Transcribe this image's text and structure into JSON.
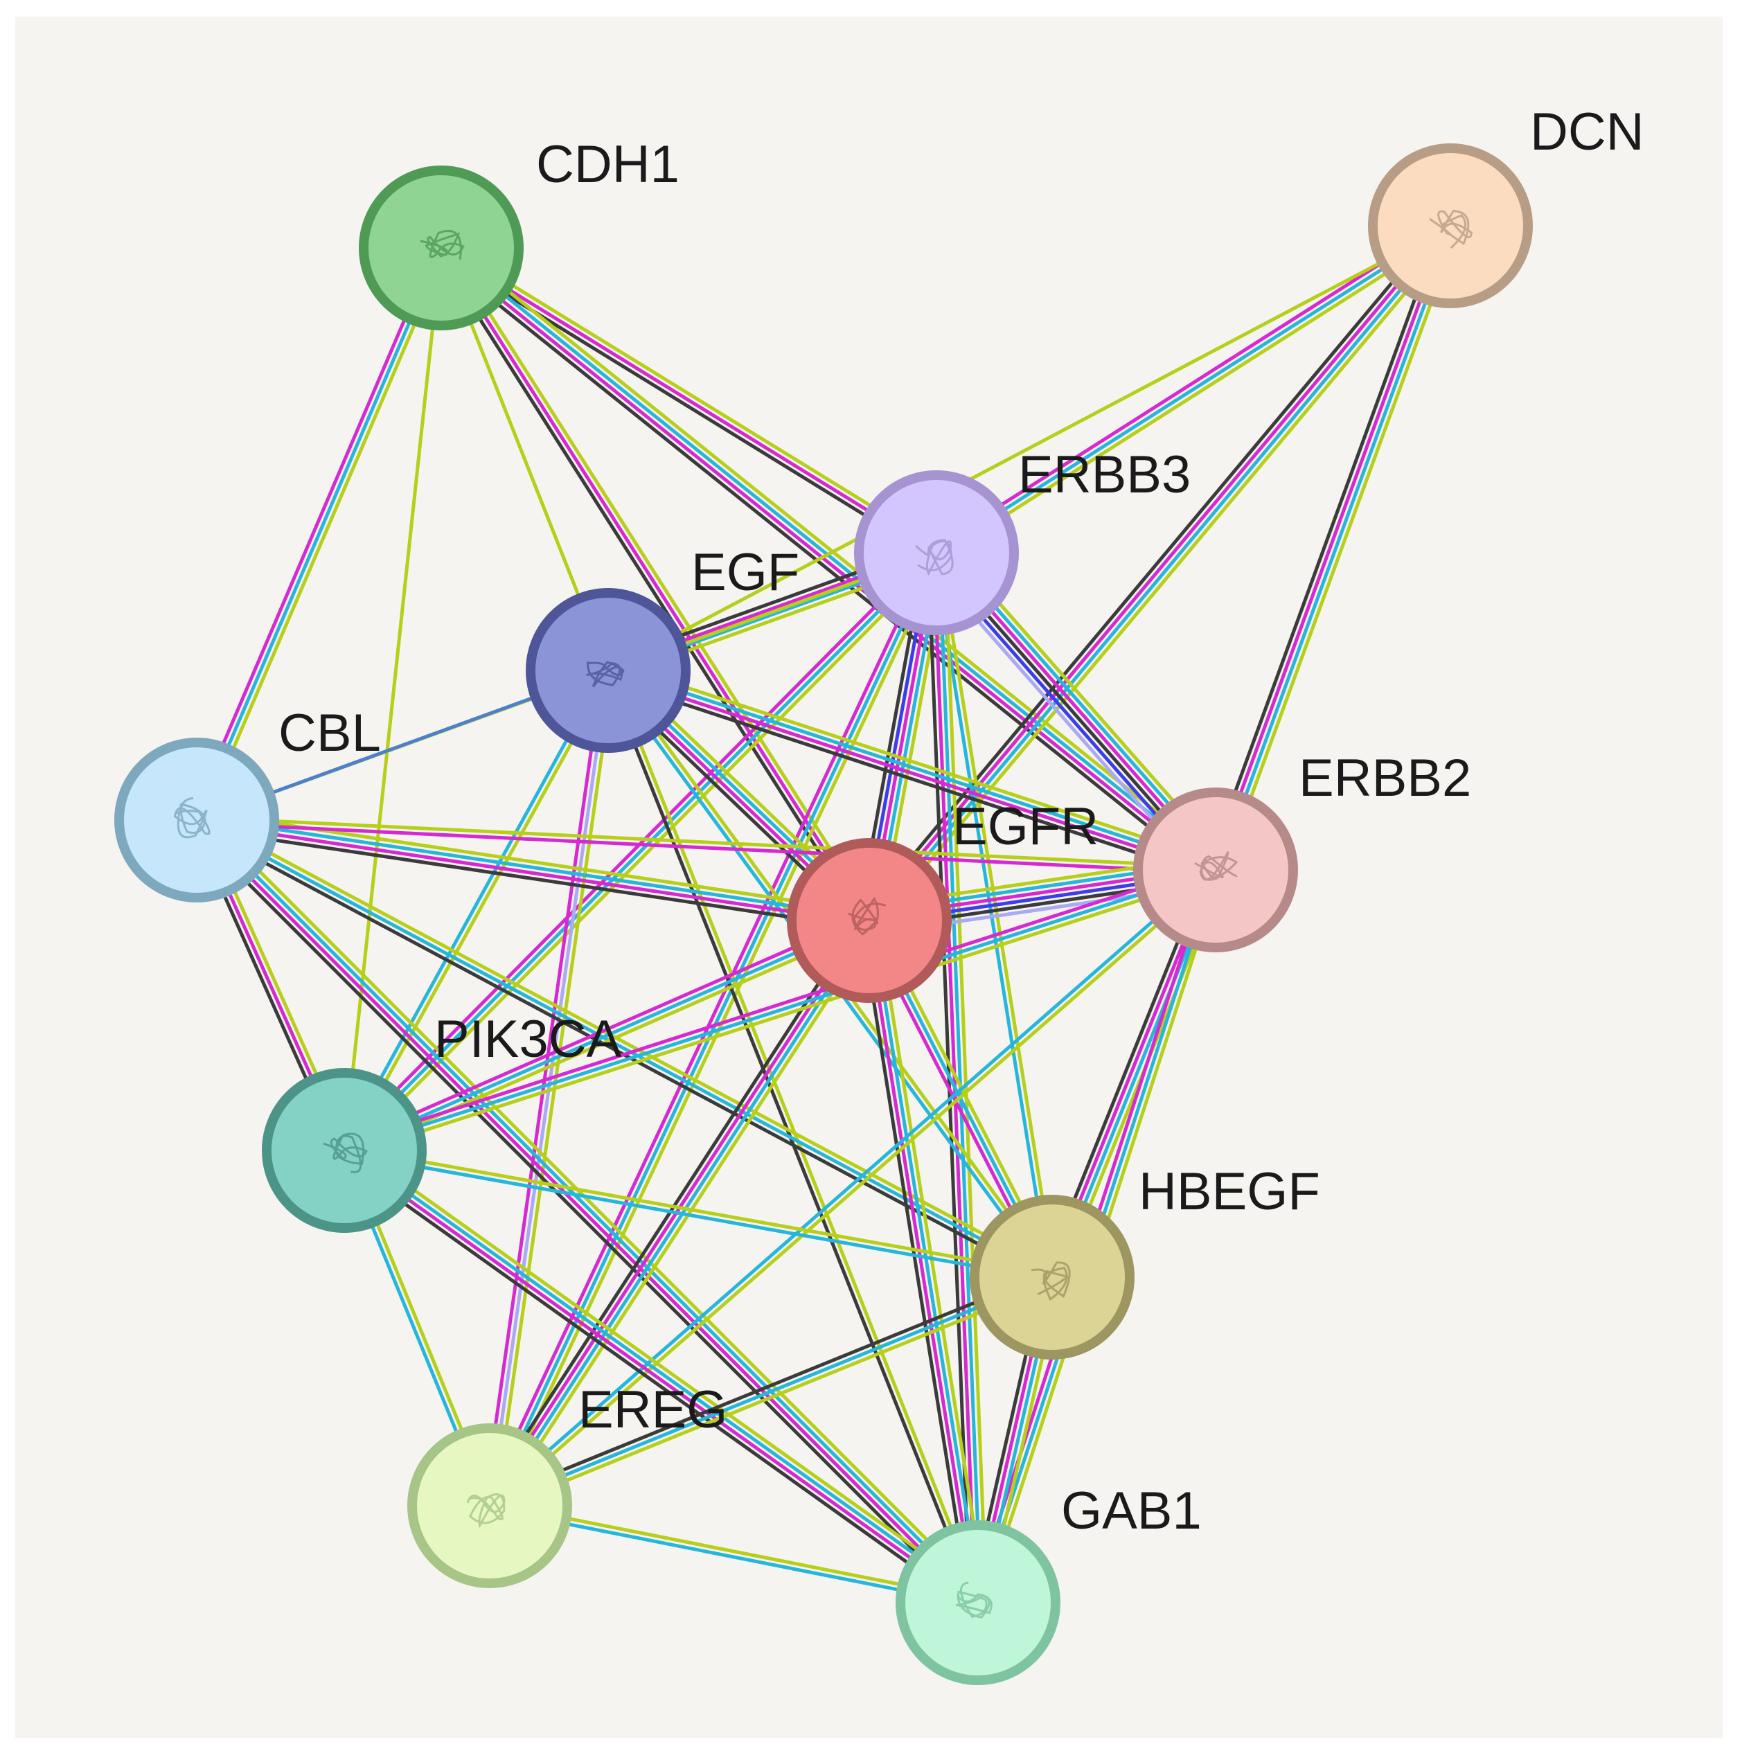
{
  "diagram": {
    "background": "#f5f4f1",
    "nodes": [
      {
        "id": "CDH1",
        "label": "CDH1",
        "fill": "#8fd493",
        "stroke": "#4f9a55"
      },
      {
        "id": "DCN",
        "label": "DCN",
        "fill": "#fbdcc0",
        "stroke": "#b79d85"
      },
      {
        "id": "ERBB3",
        "label": "ERBB3",
        "fill": "#d3c6ff",
        "stroke": "#a593d2"
      },
      {
        "id": "EGF",
        "label": "EGF",
        "fill": "#8c94d8",
        "stroke": "#4e5699"
      },
      {
        "id": "CBL",
        "label": "CBL",
        "fill": "#c5e6fb",
        "stroke": "#7da8be"
      },
      {
        "id": "EGFR",
        "label": "EGFR",
        "fill": "#f38686",
        "stroke": "#b05a5a"
      },
      {
        "id": "ERBB2",
        "label": "ERBB2",
        "fill": "#f5c6c6",
        "stroke": "#b78a8a"
      },
      {
        "id": "PIK3CA",
        "label": "PIK3CA",
        "fill": "#84d2c6",
        "stroke": "#4d9488"
      },
      {
        "id": "HBEGF",
        "label": "HBEGF",
        "fill": "#dcd494",
        "stroke": "#9d9660"
      },
      {
        "id": "EREG",
        "label": "EREG",
        "fill": "#e6f7c2",
        "stroke": "#a6c586"
      },
      {
        "id": "GAB1",
        "label": "GAB1",
        "fill": "#bff5d8",
        "stroke": "#7fc4a0"
      }
    ],
    "edge_colors": {
      "textmining": "#b7cf1a",
      "database": "#27b6db",
      "experiment": "#d62ad1",
      "coexpression": "#3b3b3b",
      "homology": "#3d3dea",
      "homology_light": "#a9a9f5",
      "other": "#4d7fcf"
    },
    "edges": [
      {
        "a": "CDH1",
        "b": "CBL",
        "types": [
          "textmining",
          "database",
          "experiment"
        ]
      },
      {
        "a": "CDH1",
        "b": "PIK3CA",
        "types": [
          "textmining"
        ]
      },
      {
        "a": "CDH1",
        "b": "EGF",
        "types": [
          "textmining"
        ]
      },
      {
        "a": "CDH1",
        "b": "EGFR",
        "types": [
          "textmining",
          "experiment",
          "coexpression"
        ]
      },
      {
        "a": "CDH1",
        "b": "ERBB3",
        "types": [
          "textmining",
          "experiment",
          "coexpression"
        ]
      },
      {
        "a": "CDH1",
        "b": "ERBB2",
        "types": [
          "textmining",
          "database",
          "experiment",
          "coexpression"
        ]
      },
      {
        "a": "DCN",
        "b": "ERBB3",
        "types": [
          "textmining",
          "database",
          "experiment"
        ]
      },
      {
        "a": "DCN",
        "b": "EGF",
        "types": [
          "textmining"
        ]
      },
      {
        "a": "DCN",
        "b": "EGFR",
        "types": [
          "textmining",
          "database",
          "experiment",
          "coexpression"
        ]
      },
      {
        "a": "DCN",
        "b": "ERBB2",
        "types": [
          "textmining",
          "database",
          "experiment",
          "coexpression"
        ]
      },
      {
        "a": "ERBB3",
        "b": "EGF",
        "types": [
          "textmining",
          "database",
          "experiment",
          "coexpression"
        ]
      },
      {
        "a": "ERBB3",
        "b": "EGFR",
        "types": [
          "textmining",
          "database",
          "experiment",
          "homology",
          "coexpression"
        ]
      },
      {
        "a": "ERBB3",
        "b": "ERBB2",
        "types": [
          "textmining",
          "database",
          "experiment",
          "coexpression",
          "homology",
          "homology_light"
        ]
      },
      {
        "a": "ERBB3",
        "b": "CBL",
        "types": [
          "textmining"
        ]
      },
      {
        "a": "ERBB3",
        "b": "PIK3CA",
        "types": [
          "textmining",
          "database",
          "experiment"
        ]
      },
      {
        "a": "ERBB3",
        "b": "HBEGF",
        "types": [
          "textmining",
          "database"
        ]
      },
      {
        "a": "ERBB3",
        "b": "EREG",
        "types": [
          "textmining",
          "database",
          "experiment"
        ]
      },
      {
        "a": "ERBB3",
        "b": "GAB1",
        "types": [
          "textmining",
          "database",
          "experiment",
          "coexpression"
        ]
      },
      {
        "a": "EGF",
        "b": "CBL",
        "types": [
          "other"
        ]
      },
      {
        "a": "EGF",
        "b": "EGFR",
        "types": [
          "textmining",
          "database",
          "experiment",
          "coexpression"
        ]
      },
      {
        "a": "EGF",
        "b": "ERBB2",
        "types": [
          "textmining",
          "database",
          "experiment",
          "coexpression"
        ]
      },
      {
        "a": "EGF",
        "b": "PIK3CA",
        "types": [
          "textmining",
          "database"
        ]
      },
      {
        "a": "EGF",
        "b": "HBEGF",
        "types": [
          "textmining",
          "database"
        ]
      },
      {
        "a": "EGF",
        "b": "EREG",
        "types": [
          "textmining",
          "homology_light",
          "experiment"
        ]
      },
      {
        "a": "EGF",
        "b": "GAB1",
        "types": [
          "textmining",
          "coexpression"
        ]
      },
      {
        "a": "CBL",
        "b": "EGFR",
        "types": [
          "textmining",
          "database",
          "experiment",
          "coexpression"
        ]
      },
      {
        "a": "CBL",
        "b": "ERBB2",
        "types": [
          "textmining",
          "experiment"
        ]
      },
      {
        "a": "CBL",
        "b": "PIK3CA",
        "types": [
          "textmining",
          "experiment",
          "coexpression"
        ]
      },
      {
        "a": "CBL",
        "b": "HBEGF",
        "types": [
          "textmining",
          "database",
          "coexpression"
        ]
      },
      {
        "a": "CBL",
        "b": "GAB1",
        "types": [
          "textmining",
          "database",
          "experiment",
          "coexpression"
        ]
      },
      {
        "a": "EGFR",
        "b": "ERBB2",
        "types": [
          "textmining",
          "database",
          "experiment",
          "homology",
          "coexpression",
          "homology_light"
        ]
      },
      {
        "a": "EGFR",
        "b": "PIK3CA",
        "types": [
          "textmining",
          "database",
          "experiment"
        ]
      },
      {
        "a": "EGFR",
        "b": "HBEGF",
        "types": [
          "textmining",
          "database",
          "experiment"
        ]
      },
      {
        "a": "EGFR",
        "b": "EREG",
        "types": [
          "textmining",
          "database",
          "experiment",
          "coexpression"
        ]
      },
      {
        "a": "EGFR",
        "b": "GAB1",
        "types": [
          "textmining",
          "database",
          "experiment",
          "coexpression"
        ]
      },
      {
        "a": "ERBB2",
        "b": "PIK3CA",
        "types": [
          "textmining",
          "database",
          "experiment"
        ]
      },
      {
        "a": "ERBB2",
        "b": "HBEGF",
        "types": [
          "textmining",
          "database",
          "experiment",
          "coexpression"
        ]
      },
      {
        "a": "ERBB2",
        "b": "EREG",
        "types": [
          "textmining",
          "database"
        ]
      },
      {
        "a": "ERBB2",
        "b": "GAB1",
        "types": [
          "textmining",
          "database",
          "experiment"
        ]
      },
      {
        "a": "PIK3CA",
        "b": "HBEGF",
        "types": [
          "textmining",
          "database"
        ]
      },
      {
        "a": "PIK3CA",
        "b": "EREG",
        "types": [
          "textmining",
          "database"
        ]
      },
      {
        "a": "PIK3CA",
        "b": "GAB1",
        "types": [
          "textmining",
          "database",
          "experiment",
          "coexpression"
        ]
      },
      {
        "a": "HBEGF",
        "b": "EREG",
        "types": [
          "textmining",
          "database",
          "coexpression"
        ]
      },
      {
        "a": "HBEGF",
        "b": "GAB1",
        "types": [
          "textmining",
          "database",
          "experiment",
          "coexpression"
        ]
      },
      {
        "a": "EREG",
        "b": "GAB1",
        "types": [
          "textmining",
          "database"
        ]
      }
    ]
  }
}
